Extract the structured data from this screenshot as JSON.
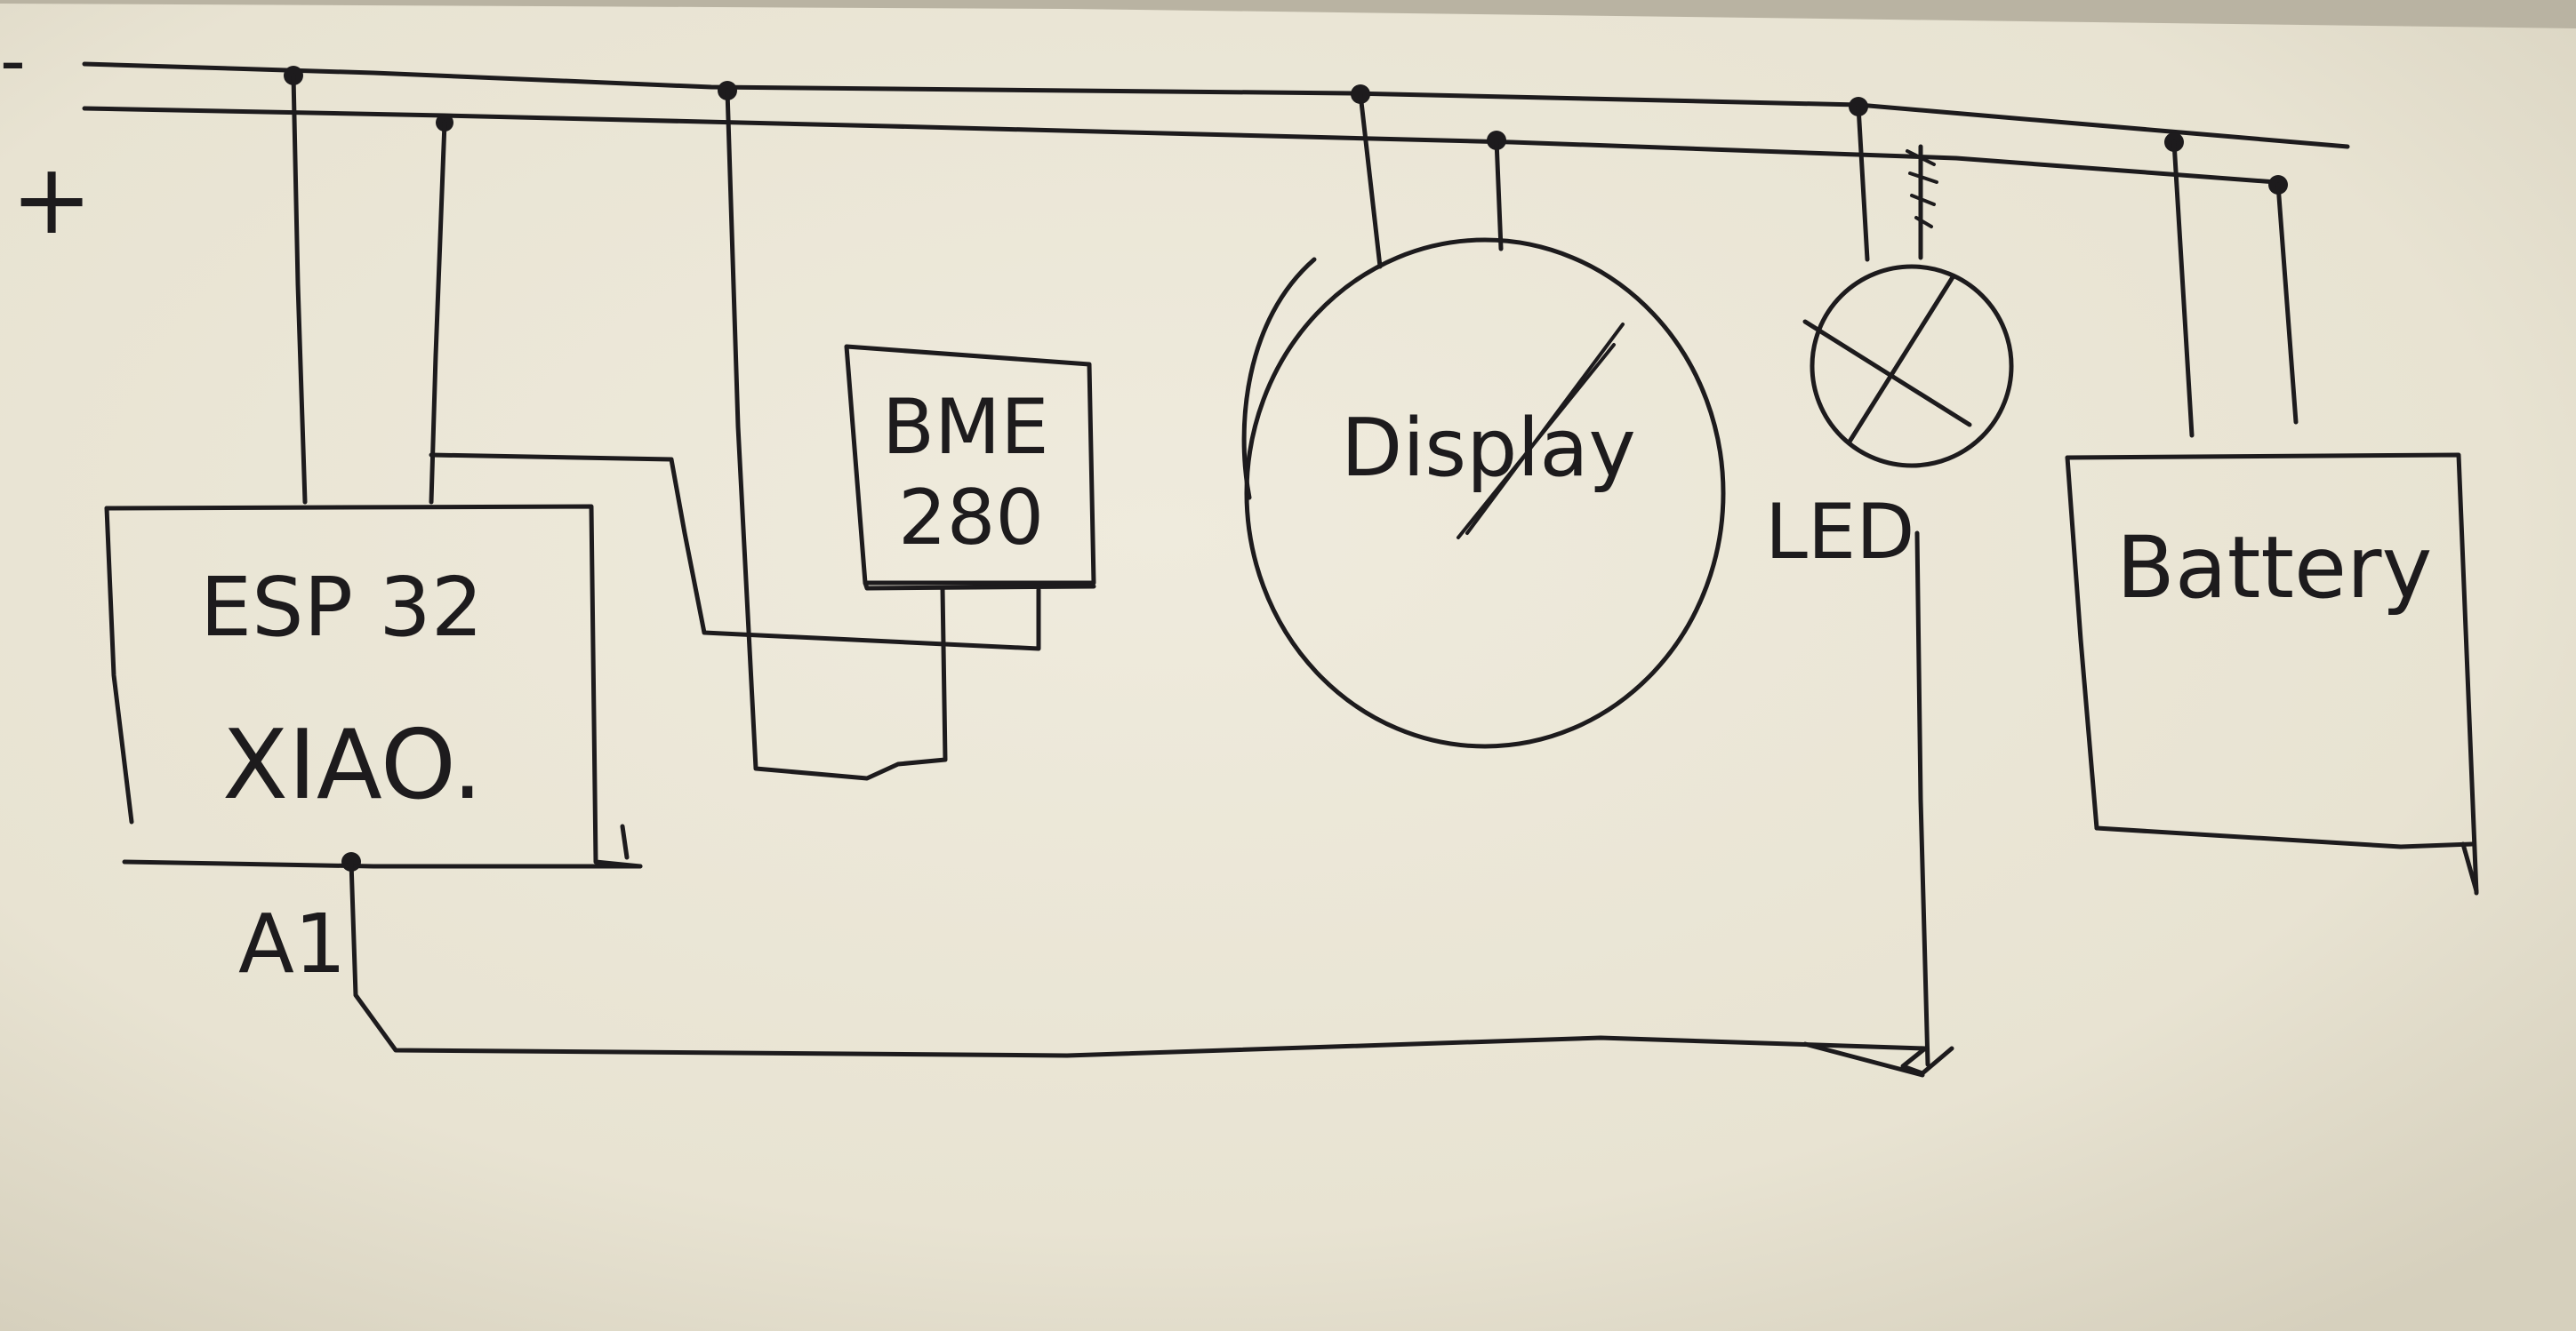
{
  "rails": {
    "negative_label": "-",
    "positive_label": "+"
  },
  "components": {
    "esp32": {
      "line1": "ESP 32",
      "line2": "XIAO."
    },
    "esp32_pin": {
      "label": "A1"
    },
    "bme": {
      "line1": "BME",
      "line2": "280"
    },
    "display": {
      "label": "Display"
    },
    "led": {
      "label": "LED"
    },
    "battery": {
      "label": "Battery"
    }
  },
  "colors": {
    "ink": "#1d1b1d",
    "paper": "#eeeadb"
  }
}
